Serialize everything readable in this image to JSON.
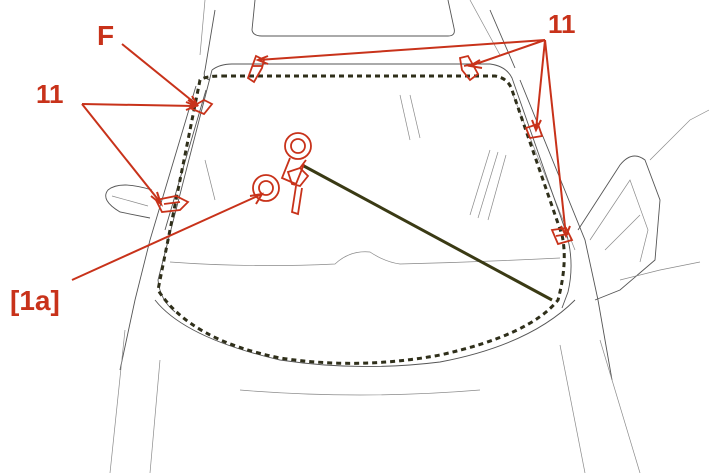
{
  "callouts": {
    "f": "F",
    "clips_left": "11",
    "clips_right": "11",
    "suction_cup": "[1a]"
  },
  "colors": {
    "callout": "#c8321a",
    "outline": "#555555",
    "seal_dashed": "#2f2f1a",
    "cord": "#3a3a14"
  },
  "icons": {
    "suction_cup": "suction-cup-icon",
    "retaining_clip": "retaining-clip-icon",
    "cutting_tool": "cutting-tool-icon"
  }
}
